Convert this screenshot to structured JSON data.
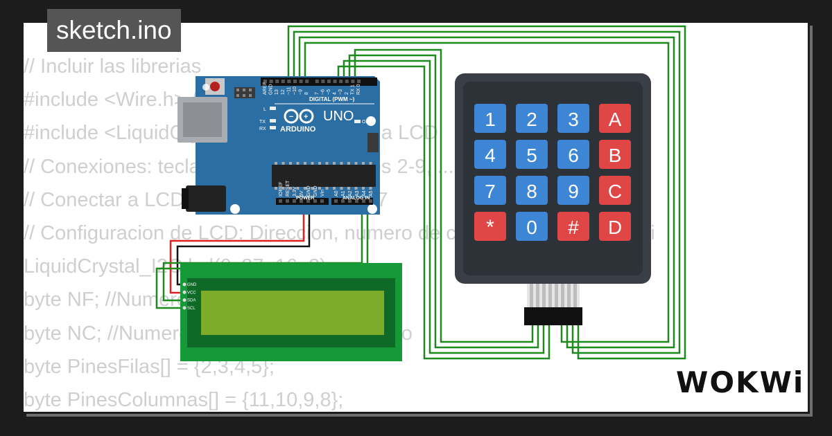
{
  "title": "sketch.ino",
  "logo": "WOKWi",
  "code_lines": [
    "// Incluir las librerias",
    "#include <Wire.h> // Para comunicacion",
    "#include <LiquidCrystal_I2C.h> // Libreria LCD",
    "// Conexiones: teclado conectado a pines 2-9, ... conectado al pin A",
    "// Conectar a LCD via I2C direccion 0x27",
    "// Configuracion de LCD: Direccion, numero de columnas, numero de fi",
    "LiquidCrystal_I2C lcd(0x27, 16, 2);",
    "byte NF; //Numero de filas del teclado",
    "byte NC; //Numero de columnas del teclado",
    "byte PinesFilas[] = {2,3,4,5};",
    "byte PinesColumnas[] = {11,10,9,8};"
  ],
  "arduino": {
    "brand": "ARDUINO",
    "model": "UNO",
    "digital_label": "DIGITAL (PWM ~)",
    "power_label": "POWER",
    "analog_label": "ANALOG IN",
    "on_label": "ON",
    "l_label": "L",
    "tx_label": "TX",
    "rx_label": "RX",
    "digital_pins": [
      "AREF",
      "GND",
      "13",
      "12",
      "~11",
      "~10",
      "~9",
      "8",
      "7",
      "~6",
      "~5",
      "4",
      "~3",
      "2",
      "TX 1",
      "RX 0"
    ],
    "power_pins": [
      "IOREF",
      "RESET",
      "3.3V",
      "5V",
      "GND",
      "GND",
      "Vin"
    ],
    "analog_pins": [
      "A0",
      "A1",
      "A2",
      "A3",
      "A4",
      "A5"
    ]
  },
  "lcd": {
    "pins": [
      "GND",
      "VCC",
      "SDA",
      "SCL"
    ]
  },
  "keypad": {
    "keys": [
      "1",
      "2",
      "3",
      "A",
      "4",
      "5",
      "6",
      "B",
      "7",
      "8",
      "9",
      "C",
      "*",
      "0",
      "#",
      "D"
    ],
    "colors": {
      "number": "#3d86d6",
      "letter": "#e04646",
      "body": "#3a3f47"
    }
  },
  "colors": {
    "board": "#2b6ea3",
    "wire_green": "#1e8a1e",
    "wire_red": "#e02020",
    "wire_black": "#111111",
    "lcd_pcb": "#169938",
    "lcd_screen": "#7dab2a"
  }
}
